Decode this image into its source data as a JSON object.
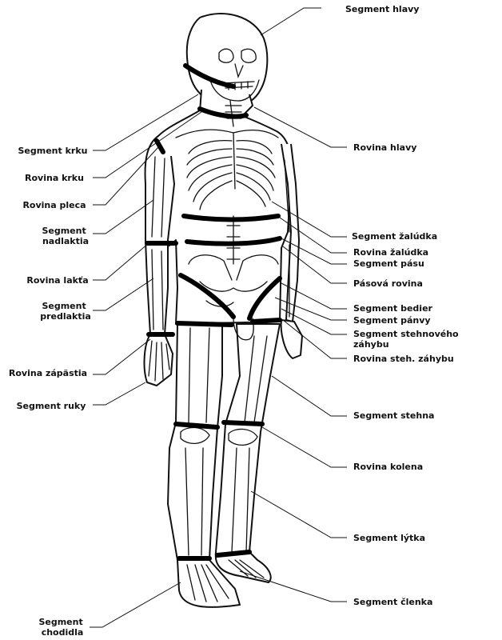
{
  "labels_left": [
    {
      "id": "segment-krku",
      "lines": [
        "Segment krku"
      ]
    },
    {
      "id": "rovina-krku",
      "lines": [
        "Rovina krku"
      ]
    },
    {
      "id": "rovina-pleca",
      "lines": [
        "Rovina pleca"
      ]
    },
    {
      "id": "segment-nadlaktia",
      "lines": [
        "Segment",
        "nadlaktia"
      ]
    },
    {
      "id": "rovina-lakta",
      "lines": [
        "Rovina lakťa"
      ]
    },
    {
      "id": "segment-predlaktia",
      "lines": [
        "Segment",
        "predlaktia"
      ]
    },
    {
      "id": "rovina-zapastia",
      "lines": [
        "Rovina zápästia"
      ]
    },
    {
      "id": "segment-ruky",
      "lines": [
        "Segment ruky"
      ]
    },
    {
      "id": "segment-chodidla",
      "lines": [
        "Segment",
        "chodidla"
      ]
    }
  ],
  "labels_right": [
    {
      "id": "segment-hlavy",
      "lines": [
        "Segment hlavy"
      ]
    },
    {
      "id": "rovina-hlavy",
      "lines": [
        "Rovina hlavy"
      ]
    },
    {
      "id": "segment-zaludka",
      "lines": [
        "Segment žalúdka"
      ]
    },
    {
      "id": "rovina-zaludka",
      "lines": [
        "Rovina žalúdka"
      ]
    },
    {
      "id": "segment-pasu",
      "lines": [
        "Segment pásu"
      ]
    },
    {
      "id": "pasova-rovina",
      "lines": [
        "Pásová rovina"
      ]
    },
    {
      "id": "segment-bedier",
      "lines": [
        "Segment bedier"
      ]
    },
    {
      "id": "segment-panvy",
      "lines": [
        "Segment pánvy"
      ]
    },
    {
      "id": "segment-stehnoveho-zahybu",
      "lines": [
        "Segment stehnového",
        "záhybu"
      ]
    },
    {
      "id": "rovina-steh-zahybu",
      "lines": [
        "Rovina steh. záhybu"
      ]
    },
    {
      "id": "segment-stehna",
      "lines": [
        "Segment stehna"
      ]
    },
    {
      "id": "rovina-kolena",
      "lines": [
        "Rovina kolena"
      ]
    },
    {
      "id": "segment-lytka",
      "lines": [
        "Segment lýtka"
      ]
    },
    {
      "id": "segment-clenka",
      "lines": [
        "Segment členka"
      ]
    }
  ]
}
